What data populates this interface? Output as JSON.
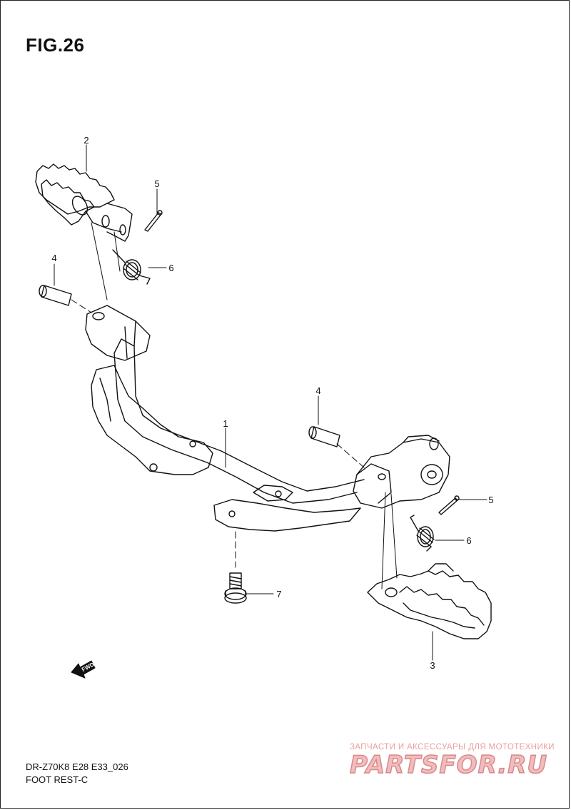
{
  "figure": {
    "title": "FIG.26"
  },
  "footer": {
    "model_code": "DR-Z70K8 E28 E33_026",
    "section_name": "FOOT REST-C"
  },
  "callouts": {
    "c1": "1",
    "c2": "2",
    "c3": "3",
    "c4a": "4",
    "c4b": "4",
    "c5a": "5",
    "c5b": "5",
    "c6a": "6",
    "c6b": "6",
    "c7": "7"
  },
  "direction_arrow": {
    "label": "FWD"
  },
  "watermark": {
    "subtitle": "ЗАПЧАСТИ И АКСЕССУАРЫ ДЛЯ МОТОТЕХНИКИ",
    "logo_text": "PARTSFOR.RU"
  }
}
